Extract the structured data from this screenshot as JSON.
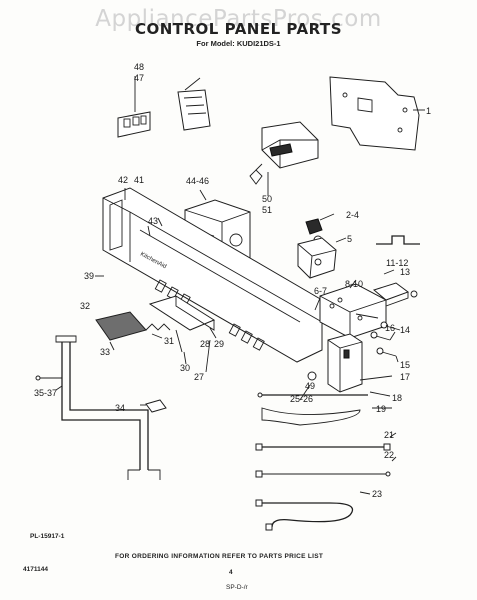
{
  "watermark": "AppliancePartsPros.com",
  "title": "CONTROL PANEL PARTS",
  "model": "For Model: KUDI21DS-1",
  "footer": {
    "plate_ref": "PL-15917-1",
    "ordering_note": "FOR ORDERING INFORMATION REFER TO PARTS PRICE LIST",
    "doc_number": "4171144",
    "page_number": "4",
    "date_code": "SP-D-/r"
  },
  "callouts": {
    "c1": "1",
    "c2_4": "2-4",
    "c5": "5",
    "c6_7": "6-7",
    "c8_10": "8-10",
    "c11_12": "11-12",
    "c13": "13",
    "c14": "14",
    "c15": "15",
    "c16": "16",
    "c17": "17",
    "c18": "18",
    "c19": "19",
    "c21": "21",
    "c22": "22",
    "c23": "23",
    "c25_26": "25-26",
    "c27": "27",
    "c28": "28",
    "c29": "29",
    "c30": "30",
    "c31": "31",
    "c32": "32",
    "c33": "33",
    "c34": "34",
    "c35_37": "35-37",
    "c39": "39",
    "c41": "41",
    "c42": "42",
    "c43": "43",
    "c44_46": "44-46",
    "c47": "47",
    "c48": "48",
    "c49": "49",
    "c50": "50",
    "c51": "51"
  },
  "panel_brand": "KitchenAid"
}
